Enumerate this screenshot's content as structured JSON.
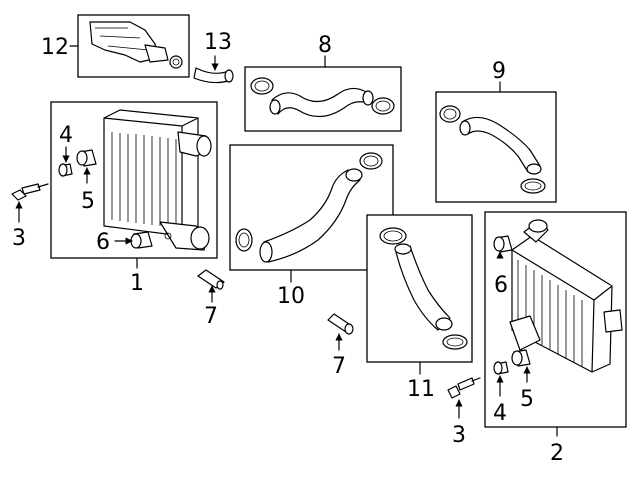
{
  "callouts": {
    "c1": "1",
    "c2": "2",
    "c3a": "3",
    "c3b": "3",
    "c4a": "4",
    "c4b": "4",
    "c5a": "5",
    "c5b": "5",
    "c6a": "6",
    "c6b": "6",
    "c7a": "7",
    "c7b": "7",
    "c8": "8",
    "c9": "9",
    "c10": "10",
    "c11": "11",
    "c12": "12",
    "c13": "13"
  }
}
